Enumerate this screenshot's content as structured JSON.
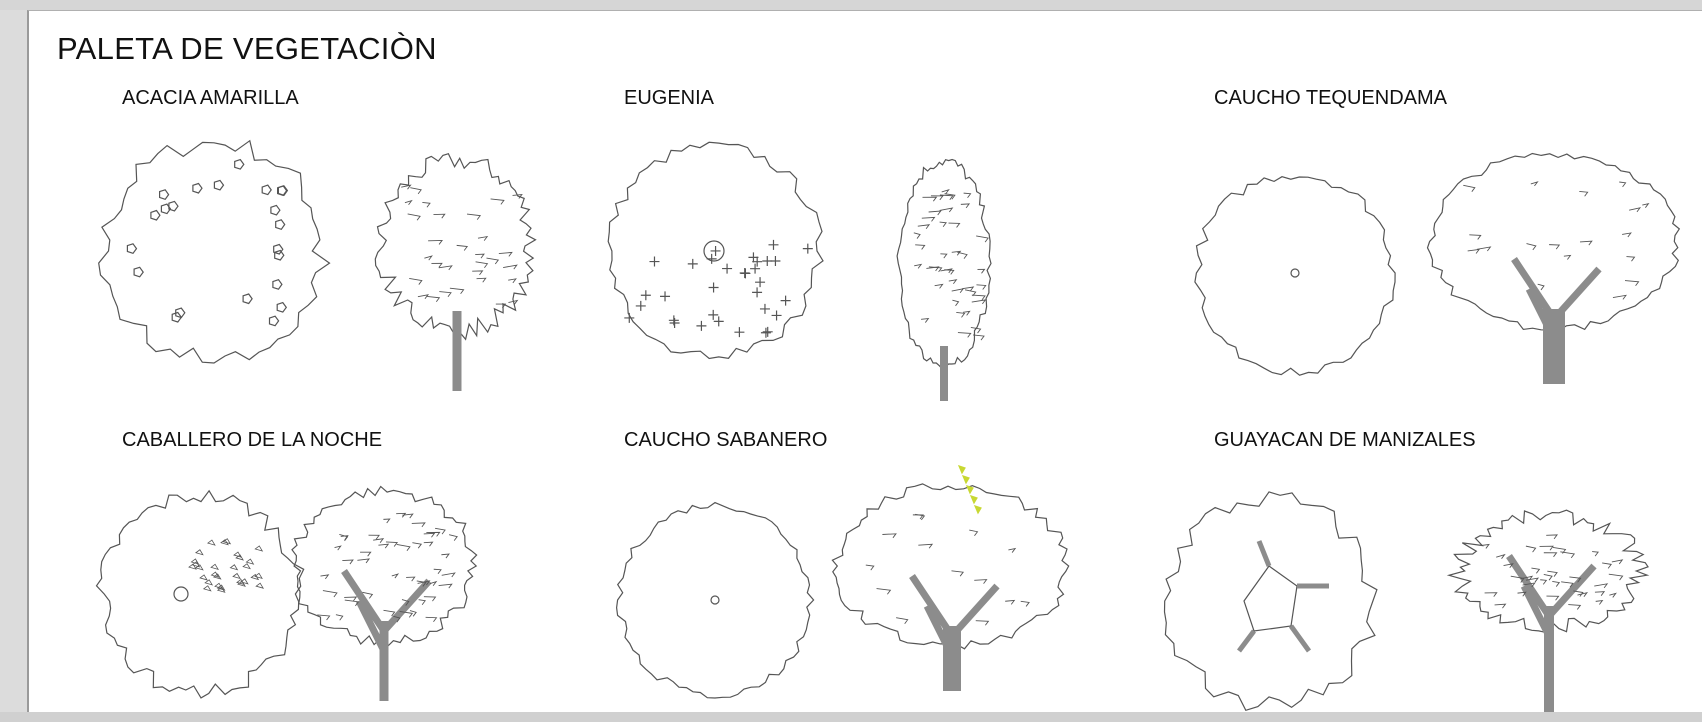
{
  "sheet_title": "PALETA DE VEGETACIÒN",
  "species": [
    {
      "name": "ACACIA AMARILLA"
    },
    {
      "name": "EUGENIA"
    },
    {
      "name": "CAUCHO TEQUENDAMA"
    },
    {
      "name": "CABALLERO DE LA NOCHE"
    },
    {
      "name": "CAUCHO SABANERO"
    },
    {
      "name": "GUAYACAN DE MANIZALES"
    }
  ],
  "colors": {
    "line": "#555555",
    "trunk": "#8c8c8c",
    "accent": "#c8d832",
    "background": "#ffffff"
  }
}
